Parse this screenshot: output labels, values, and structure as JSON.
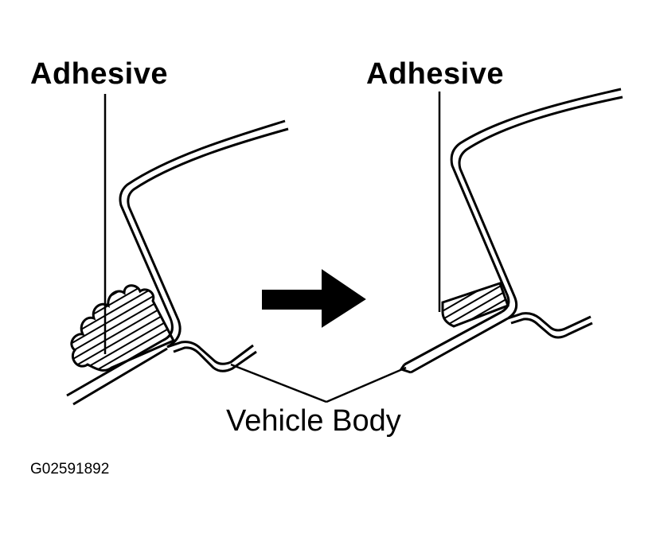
{
  "labels": {
    "adhesive_left": "Adhesive",
    "adhesive_right": "Adhesive",
    "vehicle_body": "Vehicle Body",
    "figure_code": "G02591892"
  },
  "colors": {
    "ink": "#000000",
    "paper": "#ffffff"
  }
}
